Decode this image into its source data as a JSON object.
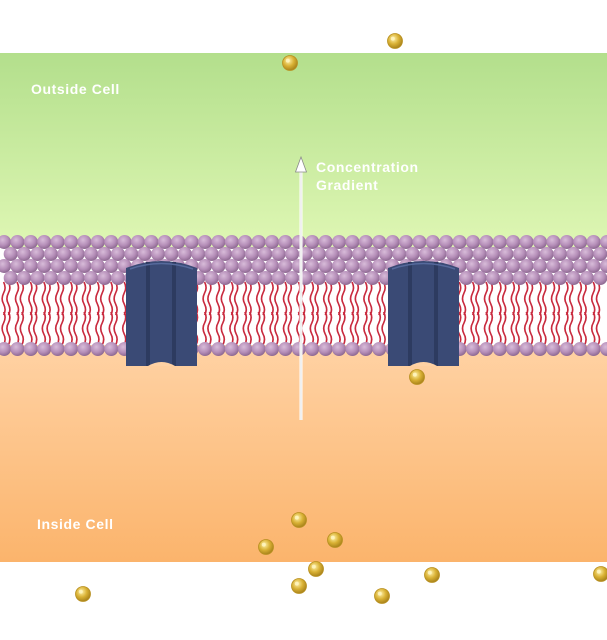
{
  "labels": {
    "outside": "Outside Cell",
    "inside": "Inside Cell",
    "gradient_line1": "Concentration",
    "gradient_line2": "Gradient"
  },
  "colors": {
    "outside_top": "#b3df8c",
    "outside_bottom": "#dff7b4",
    "inside_top": "#ffd2a4",
    "inside_bottom": "#fbb46c",
    "lipid_head": "#b68fb9",
    "lipid_tail": "#c92a3e",
    "channel": "#3a4a75",
    "channel_dark": "#2d3b60",
    "particle": "#d9b134",
    "arrow": "#ffffff"
  },
  "components": {
    "channels": [
      "channel-protein-left",
      "channel-protein-right"
    ],
    "particle_count": 13,
    "particle_icon": "solute-molecule-icon",
    "arrow_icon": "gradient-arrow-icon"
  }
}
